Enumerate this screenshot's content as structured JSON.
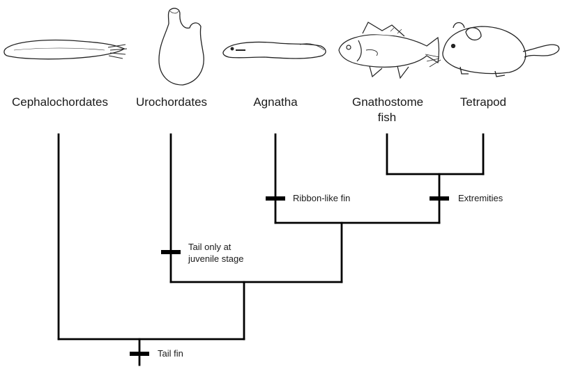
{
  "diagram": {
    "taxa": [
      {
        "id": "cephalochordates",
        "label": "Cephalochordates"
      },
      {
        "id": "urochordates",
        "label": "Urochordates"
      },
      {
        "id": "agnatha",
        "label": "Agnatha"
      },
      {
        "id": "gnathostome",
        "label": "Gnathostome fish"
      },
      {
        "id": "tetrapod",
        "label": "Tetrapod"
      }
    ],
    "traits": {
      "ribbon_fin": "Ribbon-like fin",
      "extremities": "Extremities",
      "tail_juvenile": "Tail only at juvenile stage",
      "tail_fin": "Tail fin"
    },
    "line_color": "#000000"
  }
}
